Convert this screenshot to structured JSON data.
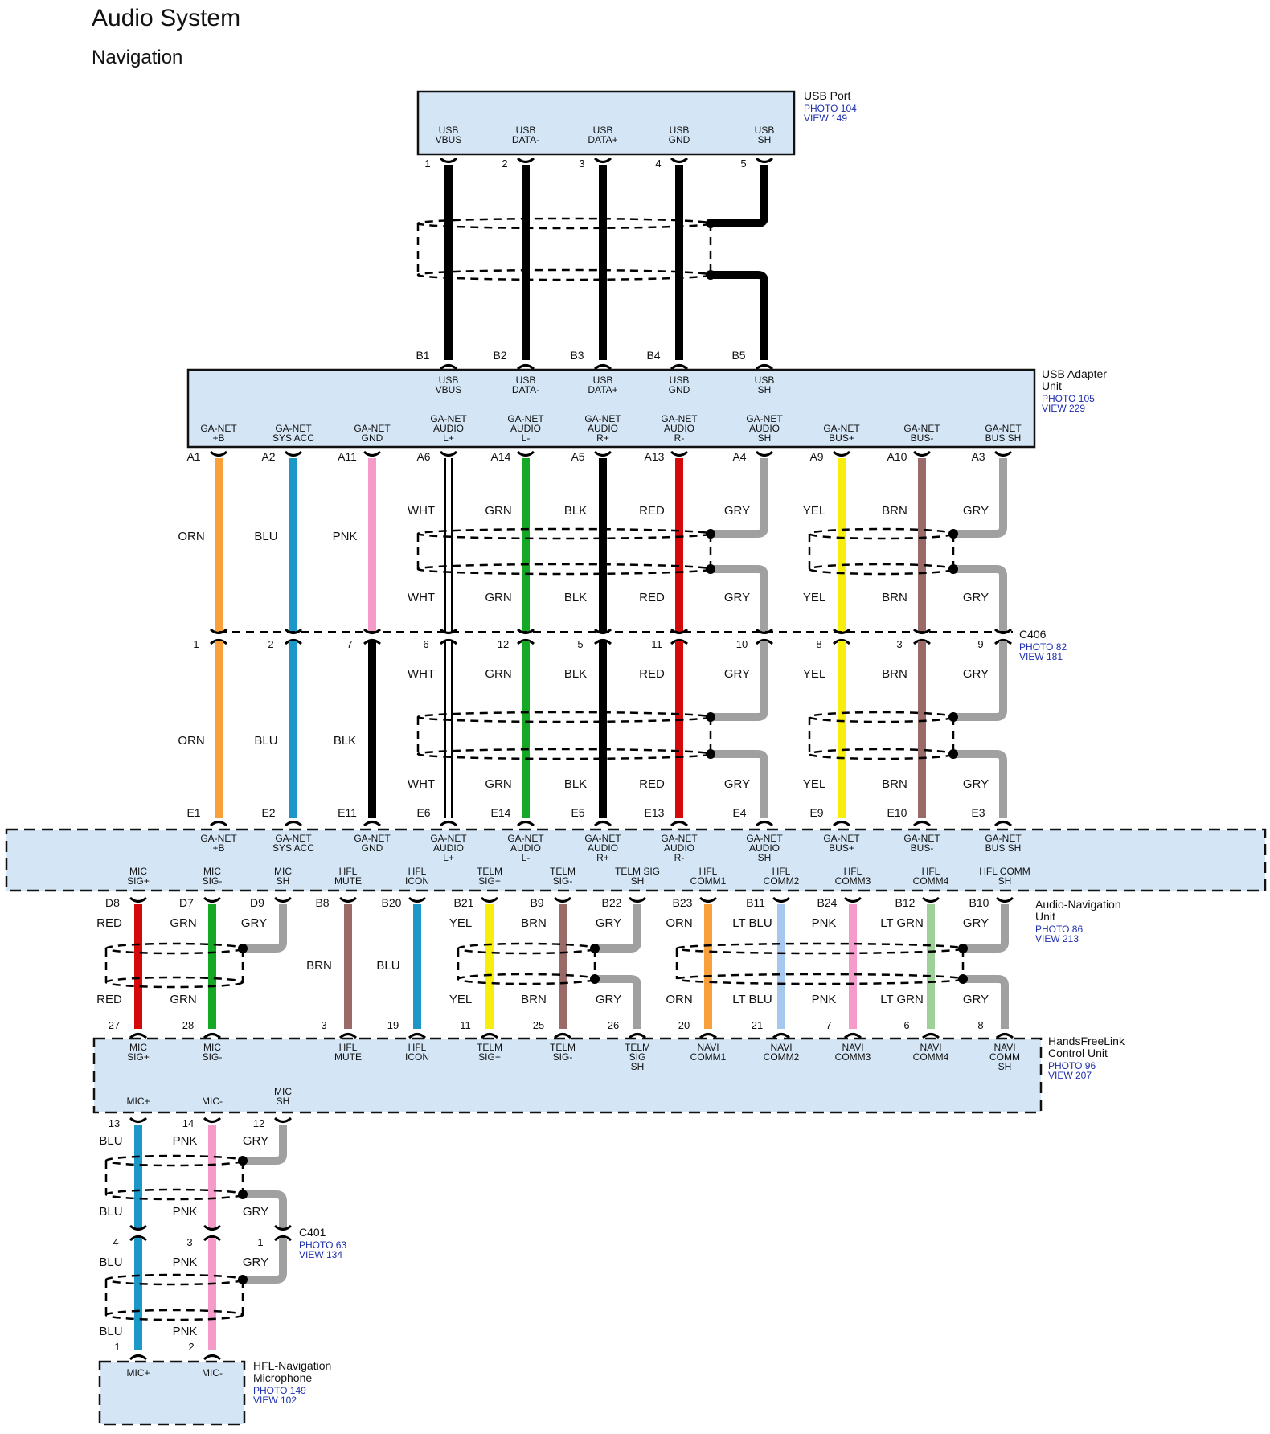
{
  "header": {
    "title": "Audio System",
    "subtitle": "Navigation"
  },
  "colors": {
    "ORN": "#f7a03c",
    "BLU": "#1b98c8",
    "PNK": "#f59bca",
    "WHT": "#ffffff",
    "GRN": "#15a824",
    "BLK": "#000000",
    "RED": "#d40a0a",
    "GRY": "#a0a0a0",
    "YEL": "#f7ee0f",
    "BRN": "#9a6a68",
    "LT BLU": "#a6c8ee",
    "LT GRN": "#9ed09a",
    "box_fill": "#d4e6f6",
    "link": "#1d2fae"
  },
  "components": {
    "usb_port": {
      "name": "USB Port",
      "photo": "PHOTO 104",
      "view": "VIEW 149",
      "pins": [
        [
          "USB",
          "VBUS"
        ],
        [
          "USB",
          "DATA-"
        ],
        [
          "USB",
          "DATA+"
        ],
        [
          "USB",
          "GND"
        ],
        [
          "USB",
          "SH"
        ]
      ],
      "numbers": [
        "1",
        "2",
        "3",
        "4",
        "5"
      ]
    },
    "usb_adapter": {
      "name": [
        "USB Adapter",
        "Unit"
      ],
      "photo": "PHOTO 105",
      "view": "VIEW 229",
      "top_terminals": [
        "B1",
        "B2",
        "B3",
        "B4",
        "B5"
      ],
      "top_pins": [
        [
          "USB",
          "VBUS"
        ],
        [
          "USB",
          "DATA-"
        ],
        [
          "USB",
          "DATA+"
        ],
        [
          "USB",
          "GND"
        ],
        [
          "USB",
          "SH"
        ]
      ],
      "bottom_pins": [
        [
          "GA-NET",
          "+B"
        ],
        [
          "GA-NET",
          "SYS ACC"
        ],
        [
          "GA-NET",
          "GND"
        ],
        [
          "GA-NET",
          "AUDIO",
          "L+"
        ],
        [
          "GA-NET",
          "AUDIO",
          "L-"
        ],
        [
          "GA-NET",
          "AUDIO",
          "R+"
        ],
        [
          "GA-NET",
          "AUDIO",
          "R-"
        ],
        [
          "GA-NET",
          "AUDIO",
          "SH"
        ],
        [
          "GA-NET",
          "BUS+"
        ],
        [
          "GA-NET",
          "BUS-"
        ],
        [
          "GA-NET",
          "BUS SH"
        ]
      ],
      "bottom_terminals": [
        "A1",
        "A2",
        "A11",
        "A6",
        "A14",
        "A5",
        "A13",
        "A4",
        "A9",
        "A10",
        "A3"
      ]
    },
    "c406": {
      "name": "C406",
      "photo": "PHOTO 82",
      "view": "VIEW 181",
      "pins": [
        "1",
        "2",
        "7",
        "6",
        "12",
        "5",
        "11",
        "10",
        "8",
        "3",
        "9"
      ]
    },
    "upper_wires": {
      "top_colors": [
        "ORN",
        "BLU",
        "PNK",
        "WHT",
        "GRN",
        "BLK",
        "RED",
        "GRY",
        "YEL",
        "BRN",
        "GRY"
      ],
      "bottom_colors": [
        "ORN",
        "BLU",
        "BLK",
        "WHT",
        "GRN",
        "BLK",
        "RED",
        "GRY",
        "YEL",
        "BRN",
        "GRY"
      ]
    },
    "audio_nav": {
      "name": [
        "Audio-Navigation",
        "Unit"
      ],
      "photo": "PHOTO 86",
      "view": "VIEW 213",
      "top_terminals": [
        "E1",
        "E2",
        "E11",
        "E6",
        "E14",
        "E5",
        "E13",
        "E4",
        "E9",
        "E10",
        "E3"
      ],
      "top_pins": [
        [
          "GA-NET",
          "+B"
        ],
        [
          "GA-NET",
          "SYS ACC"
        ],
        [
          "GA-NET",
          "GND"
        ],
        [
          "GA-NET",
          "AUDIO",
          "L+"
        ],
        [
          "GA-NET",
          "AUDIO",
          "L-"
        ],
        [
          "GA-NET",
          "AUDIO",
          "R+"
        ],
        [
          "GA-NET",
          "AUDIO",
          "R-"
        ],
        [
          "GA-NET",
          "AUDIO",
          "SH"
        ],
        [
          "GA-NET",
          "BUS+"
        ],
        [
          "GA-NET",
          "BUS-"
        ],
        [
          "GA-NET",
          "BUS SH"
        ]
      ],
      "bottom_pins": [
        [
          "MIC",
          "SIG+"
        ],
        [
          "MIC",
          "SIG-"
        ],
        [
          "MIC",
          "SH"
        ],
        [
          "HFL",
          "MUTE"
        ],
        [
          "HFL",
          "ICON"
        ],
        [
          "TELM",
          "SIG+"
        ],
        [
          "TELM",
          "SIG-"
        ],
        [
          "TELM SIG",
          "SH"
        ],
        [
          "HFL",
          "COMM1"
        ],
        [
          "HFL",
          "COMM2"
        ],
        [
          "HFL",
          "COMM3"
        ],
        [
          "HFL",
          "COMM4"
        ],
        [
          "HFL COMM",
          "SH"
        ]
      ],
      "bottom_terminals": [
        "D8",
        "D7",
        "D9",
        "B8",
        "B20",
        "B21",
        "B9",
        "B22",
        "B23",
        "B11",
        "B24",
        "B12",
        "B10"
      ]
    },
    "lower_wires": {
      "top_colors": [
        "RED",
        "GRN",
        "GRY",
        "BRN",
        "BLU",
        "YEL",
        "BRN",
        "GRY",
        "ORN",
        "LT BLU",
        "PNK",
        "LT GRN",
        "GRY"
      ],
      "bottom_colors": [
        "RED",
        "GRN",
        "YEL",
        "BRN",
        "GRY",
        "ORN",
        "LT BLU",
        "PNK",
        "LT GRN",
        "GRY"
      ]
    },
    "hfl_control": {
      "name": [
        "HandsFreeLink",
        "Control Unit"
      ],
      "photo": "PHOTO 96",
      "view": "VIEW 207",
      "top_numbers": [
        "27",
        "28",
        "3",
        "19",
        "11",
        "25",
        "26",
        "20",
        "21",
        "7",
        "6",
        "8"
      ],
      "top_pins": [
        [
          "MIC",
          "SIG+"
        ],
        [
          "MIC",
          "SIG-"
        ],
        [
          "HFL",
          "MUTE"
        ],
        [
          "HFL",
          "ICON"
        ],
        [
          "TELM",
          "SIG+"
        ],
        [
          "TELM",
          "SIG-"
        ],
        [
          "TELM",
          "SIG",
          "SH"
        ],
        [
          "NAVI",
          "COMM1"
        ],
        [
          "NAVI",
          "COMM2"
        ],
        [
          "NAVI",
          "COMM3"
        ],
        [
          "NAVI",
          "COMM4"
        ],
        [
          "NAVI",
          "COMM",
          "SH"
        ]
      ],
      "bottom_pins": [
        [
          "MIC+"
        ],
        [
          "MIC-"
        ],
        [
          "MIC",
          "SH"
        ]
      ],
      "bottom_numbers": [
        "13",
        "14",
        "12"
      ]
    },
    "c401": {
      "name": "C401",
      "photo": "PHOTO 63",
      "view": "VIEW 134",
      "pins": [
        "4",
        "3",
        "1"
      ]
    },
    "mic_wires": {
      "colors": [
        "BLU",
        "PNK",
        "GRY"
      ]
    },
    "microphone": {
      "name": [
        "HFL-Navigation",
        "Microphone"
      ],
      "photo": "PHOTO 149",
      "view": "VIEW 102",
      "numbers": [
        "1",
        "2"
      ],
      "pins": [
        "MIC+",
        "MIC-"
      ]
    }
  }
}
